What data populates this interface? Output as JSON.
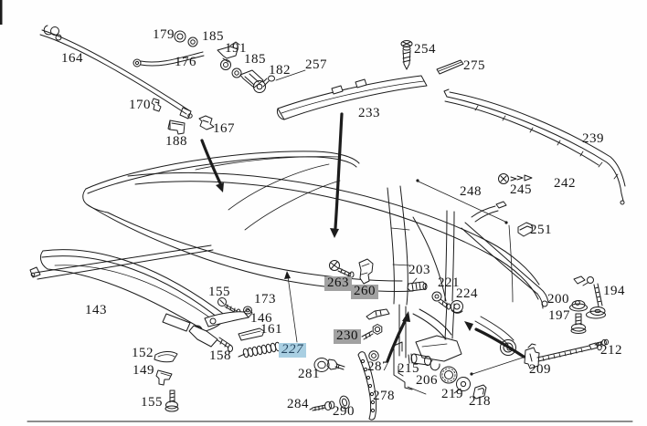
{
  "diagram": {
    "type": "exploded-parts-diagram",
    "subject": "convertible-soft-top-frame-and-hardware",
    "colors": {
      "line": "#1c1c1c",
      "background": "#fefefe",
      "highlight_gray": "#a1a1a1",
      "highlight_blue": "#a9cfe2",
      "highlight_blue_text": "#24455f"
    }
  },
  "labels": [
    {
      "text": "164",
      "highlight": "none"
    },
    {
      "text": "179",
      "highlight": "none"
    },
    {
      "text": "185",
      "highlight": "none"
    },
    {
      "text": "176",
      "highlight": "none"
    },
    {
      "text": "191",
      "highlight": "none"
    },
    {
      "text": "185",
      "highlight": "none"
    },
    {
      "text": "182",
      "highlight": "none"
    },
    {
      "text": "257",
      "highlight": "none"
    },
    {
      "text": "233",
      "highlight": "none"
    },
    {
      "text": "254",
      "highlight": "none"
    },
    {
      "text": "275",
      "highlight": "none"
    },
    {
      "text": "170",
      "highlight": "none"
    },
    {
      "text": "188",
      "highlight": "none"
    },
    {
      "text": "167",
      "highlight": "none"
    },
    {
      "text": "239",
      "highlight": "none"
    },
    {
      "text": "242",
      "highlight": "none"
    },
    {
      "text": "245",
      "highlight": "none"
    },
    {
      "text": "248",
      "highlight": "none"
    },
    {
      "text": "251",
      "highlight": "none"
    },
    {
      "text": "143",
      "highlight": "none"
    },
    {
      "text": "155",
      "highlight": "none"
    },
    {
      "text": "173",
      "highlight": "none"
    },
    {
      "text": "146",
      "highlight": "none"
    },
    {
      "text": "161",
      "highlight": "none"
    },
    {
      "text": "158",
      "highlight": "none"
    },
    {
      "text": "152",
      "highlight": "none"
    },
    {
      "text": "149",
      "highlight": "none"
    },
    {
      "text": "155",
      "highlight": "none"
    },
    {
      "text": "263",
      "highlight": "gray"
    },
    {
      "text": "260",
      "highlight": "gray"
    },
    {
      "text": "203",
      "highlight": "none"
    },
    {
      "text": "221",
      "highlight": "none"
    },
    {
      "text": "224",
      "highlight": "none"
    },
    {
      "text": "230",
      "highlight": "gray"
    },
    {
      "text": "227",
      "highlight": "blue"
    },
    {
      "text": "281",
      "highlight": "none"
    },
    {
      "text": "287",
      "highlight": "none"
    },
    {
      "text": "215",
      "highlight": "none"
    },
    {
      "text": "206",
      "highlight": "none"
    },
    {
      "text": "219",
      "highlight": "none"
    },
    {
      "text": "218",
      "highlight": "none"
    },
    {
      "text": "284",
      "highlight": "none"
    },
    {
      "text": "290",
      "highlight": "none"
    },
    {
      "text": "278",
      "highlight": "none"
    },
    {
      "text": "200",
      "highlight": "none"
    },
    {
      "text": "194",
      "highlight": "none"
    },
    {
      "text": "197",
      "highlight": "none"
    },
    {
      "text": "212",
      "highlight": "none"
    },
    {
      "text": "209",
      "highlight": "none"
    }
  ]
}
